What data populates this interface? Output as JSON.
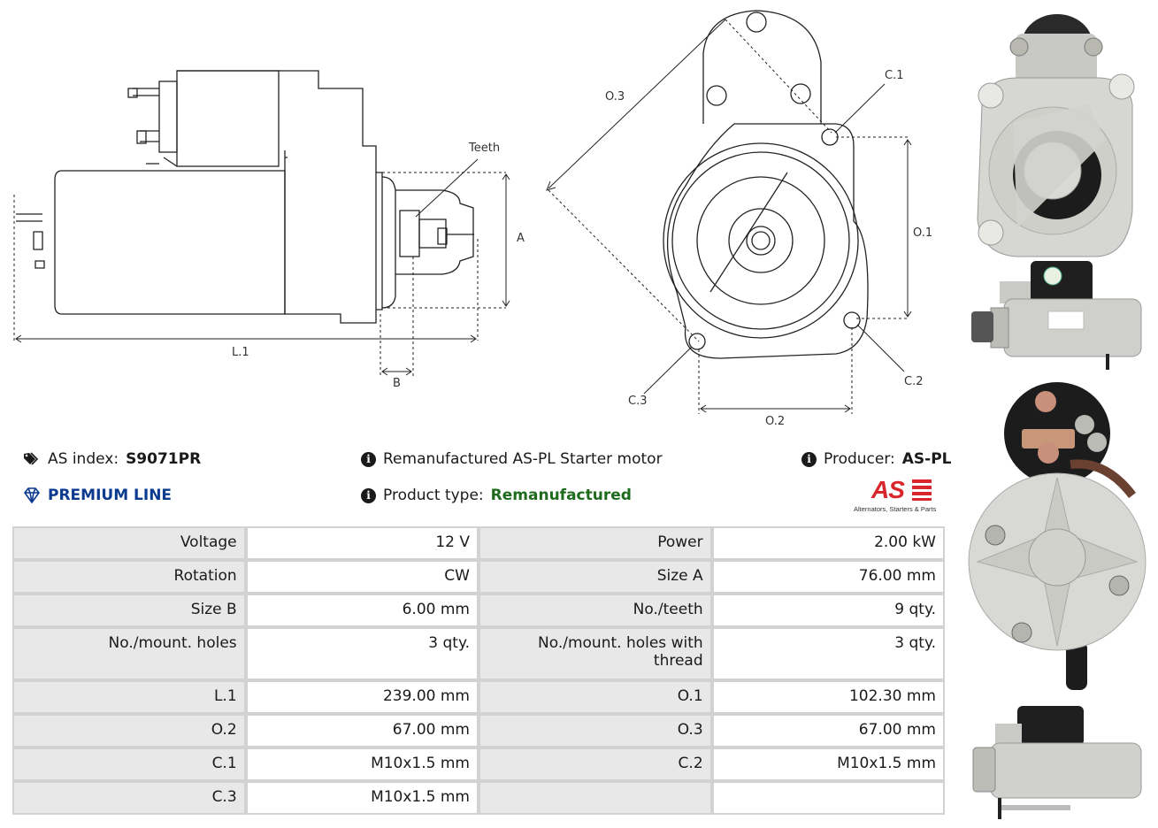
{
  "drawing": {
    "teeth_label": "Teeth",
    "dim_A": "A",
    "dim_B": "B",
    "dim_L1": "L.1",
    "dim_O1": "O.1",
    "dim_O2": "O.2",
    "dim_O3": "O.3",
    "dim_C1": "C.1",
    "dim_C2": "C.2",
    "dim_C3": "C.3"
  },
  "header": {
    "as_index_label": "AS index:",
    "as_index_value": "S9071PR",
    "premium_line": "PREMIUM LINE",
    "description": "Remanufactured AS-PL Starter motor",
    "product_type_label": "Product type:",
    "product_type_value": "Remanufactured",
    "producer_label": "Producer:",
    "producer_value": "AS-PL",
    "logo_text": "AS",
    "logo_tagline": "Alternators, Starters & Parts"
  },
  "specs": [
    {
      "k1": "Voltage",
      "v1": "12 V",
      "k2": "Power",
      "v2": "2.00 kW"
    },
    {
      "k1": "Rotation",
      "v1": "CW",
      "k2": "Size A",
      "v2": "76.00 mm"
    },
    {
      "k1": "Size B",
      "v1": "6.00 mm",
      "k2": "No./teeth",
      "v2": "9 qty."
    },
    {
      "k1": "No./mount. holes",
      "v1": "3 qty.",
      "k2": "No./mount. holes with thread",
      "v2": "3 qty."
    },
    {
      "k1": "L.1",
      "v1": "239.00 mm",
      "k2": "O.1",
      "v2": "102.30 mm"
    },
    {
      "k1": "O.2",
      "v1": "67.00 mm",
      "k2": "O.3",
      "v2": "67.00 mm"
    },
    {
      "k1": "C.1",
      "v1": "M10x1.5 mm",
      "k2": "C.2",
      "v2": "M10x1.5 mm"
    },
    {
      "k1": "C.3",
      "v1": "M10x1.5 mm",
      "k2": "",
      "v2": ""
    }
  ],
  "colors": {
    "premium_blue": "#0b3a8f",
    "remanufactured_green": "#1e6b1e",
    "logo_red": "#d9262c"
  }
}
